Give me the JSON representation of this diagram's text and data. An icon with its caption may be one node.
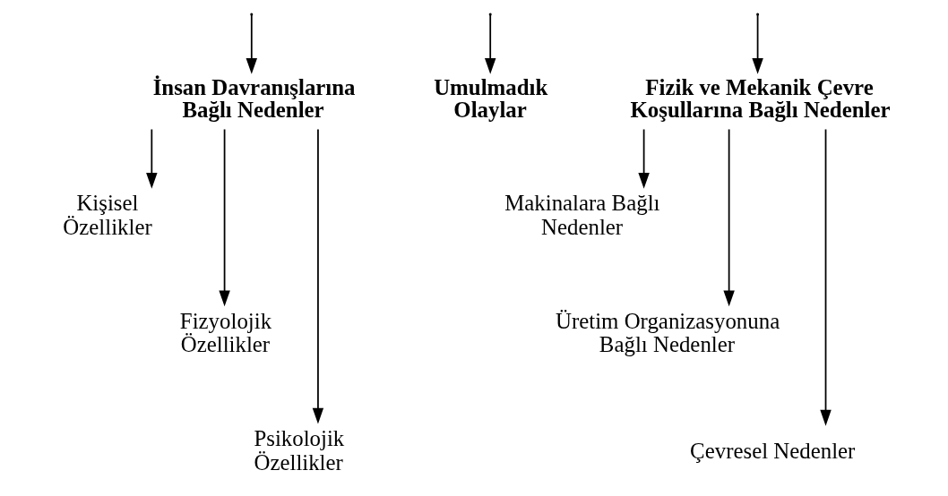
{
  "diagram": {
    "nodes": [
      {
        "text": [
          "İnsan Davranışlarına Bağlı Nedenler"
        ]
      },
      {
        "text": [
          "Umulmadık Olaylar"
        ]
      },
      {
        "text": [
          "Fizik ve Mekanik Çevre Koşullarına Bağlı Nedenler"
        ]
      },
      {
        "text": [
          "Kişisel Özellikler"
        ]
      },
      {
        "text": [
          "Fizyolojik Özellikler"
        ]
      },
      {
        "text": [
          "Psikolojik Özellikler"
        ]
      },
      {
        "text": [
          "Makinalara Bağlı Nedenler"
        ]
      },
      {
        "text": [
          "Üretim Organizasyonuna Bağlı Nedenler"
        ]
      },
      {
        "text": [
          "Çevresel Nedenler"
        ]
      }
    ],
    "edges": [
      {
        "from": null,
        "to": 0,
        "arrow": "to"
      },
      {
        "from": null,
        "to": 1,
        "arrow": "to"
      },
      {
        "from": null,
        "to": 2,
        "arrow": "to"
      },
      {
        "from": 0,
        "to": 3,
        "arrow": "to"
      },
      {
        "from": 0,
        "to": 4,
        "arrow": "to"
      },
      {
        "from": 0,
        "to": 5,
        "arrow": "to"
      },
      {
        "from": 2,
        "to": 6,
        "arrow": "to"
      },
      {
        "from": 2,
        "to": 7,
        "arrow": "to"
      },
      {
        "from": 2,
        "to": 8,
        "arrow": "to"
      }
    ]
  }
}
